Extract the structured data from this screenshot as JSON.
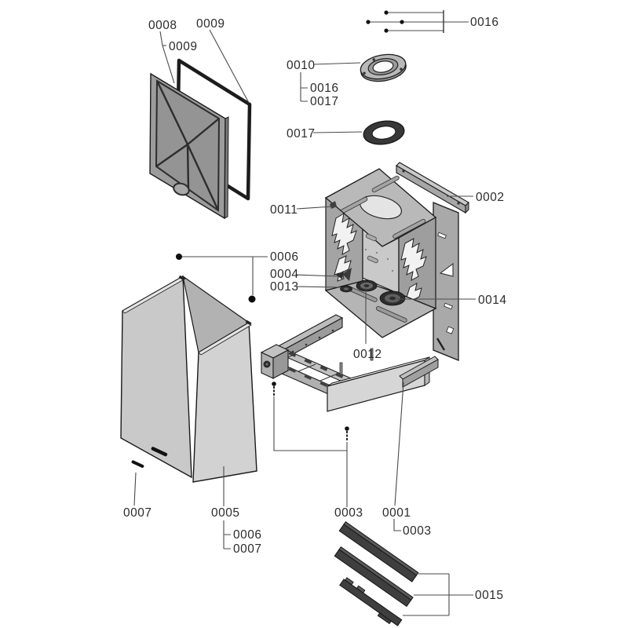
{
  "diagram": {
    "kind": "exploded-parts-diagram",
    "background_color": "#ffffff",
    "line_color": "#4a4a4a",
    "ink_color": "#1a1a1a",
    "text_color": "#2b2b2b",
    "metal_light": "#c9c9c9",
    "metal_mid": "#a9a9a9",
    "dark_part": "#3a3a3a"
  },
  "labels": {
    "l0008": "0008",
    "l0009a": "0009",
    "l0009b": "0009",
    "l0016a": "0016",
    "l0010": "0010",
    "l0016b": "0016",
    "l0017b": "0017",
    "l0017a": "0017",
    "l0002": "0002",
    "l0011": "0011",
    "l0006a": "0006",
    "l0004": "0004",
    "l0013": "0013",
    "l0014": "0014",
    "l0012": "0012",
    "l0007a": "0007",
    "l0005": "0005",
    "l0006b": "0006",
    "l0007b": "0007",
    "l0003a": "0003",
    "l0001": "0001",
    "l0003b": "0003",
    "l0015": "0015"
  }
}
